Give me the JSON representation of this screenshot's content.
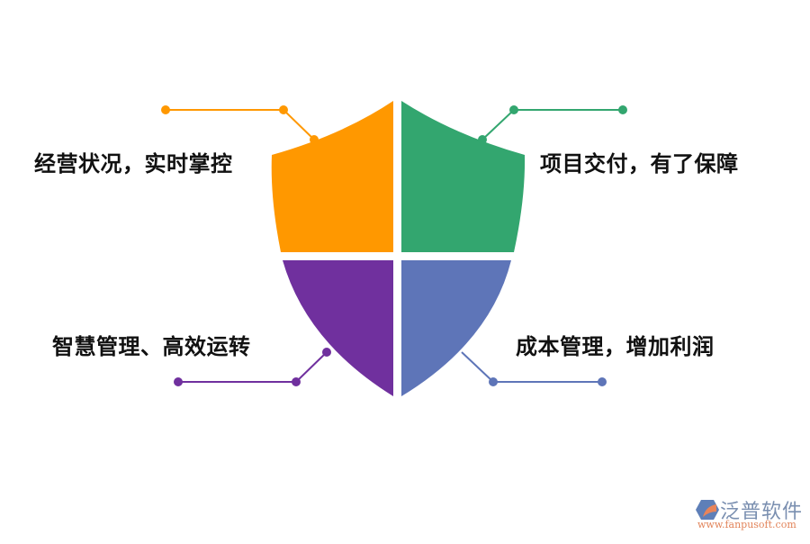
{
  "diagram": {
    "type": "shield-quadrant-infographic",
    "quadrants": [
      {
        "id": "top-left",
        "label": "经营状况，实时掌控",
        "color": "#FF9800"
      },
      {
        "id": "top-right",
        "label": "项目交付，有了保障",
        "color": "#33A66F"
      },
      {
        "id": "bottom-left",
        "label": "智慧管理、高效运转",
        "color": "#70309E"
      },
      {
        "id": "bottom-right",
        "label": "成本管理，增加利润",
        "color": "#5E75B8"
      }
    ]
  },
  "logo": {
    "name": "泛普软件",
    "url": "www.fanpusoft.com",
    "colors": {
      "name": "#7A8FB0",
      "url": "#E2845A",
      "icon_blue": "#5E7FB8",
      "icon_orange": "#E8845A"
    }
  }
}
